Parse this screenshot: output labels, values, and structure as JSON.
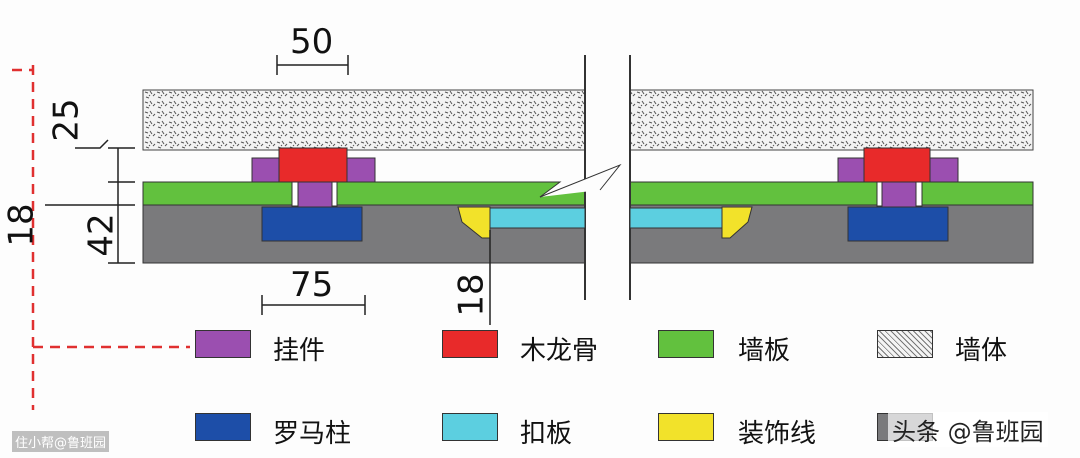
{
  "dimensions": {
    "top_width": "50",
    "bottom_width": "75",
    "left_25": "25",
    "left_42": "42",
    "left_18": "18",
    "mid_18": "18"
  },
  "legend": [
    {
      "label": "挂件",
      "color": "#9b4fb0"
    },
    {
      "label": "木龙骨",
      "color": "#e82a2a"
    },
    {
      "label": "墙板",
      "color": "#62c13e"
    },
    {
      "label": "墙体",
      "color": "#f4f4f4"
    },
    {
      "label": "罗马柱",
      "color": "#1d4ea8"
    },
    {
      "label": "扣板",
      "color": "#5ccfe0"
    },
    {
      "label": "装饰线",
      "color": "#f2e22a"
    },
    {
      "label": "",
      "color": "#7a7a7c"
    }
  ],
  "watermarks": {
    "bottom_left": "住小帮@鲁班园",
    "bottom_right": "头条 @鲁班园"
  }
}
